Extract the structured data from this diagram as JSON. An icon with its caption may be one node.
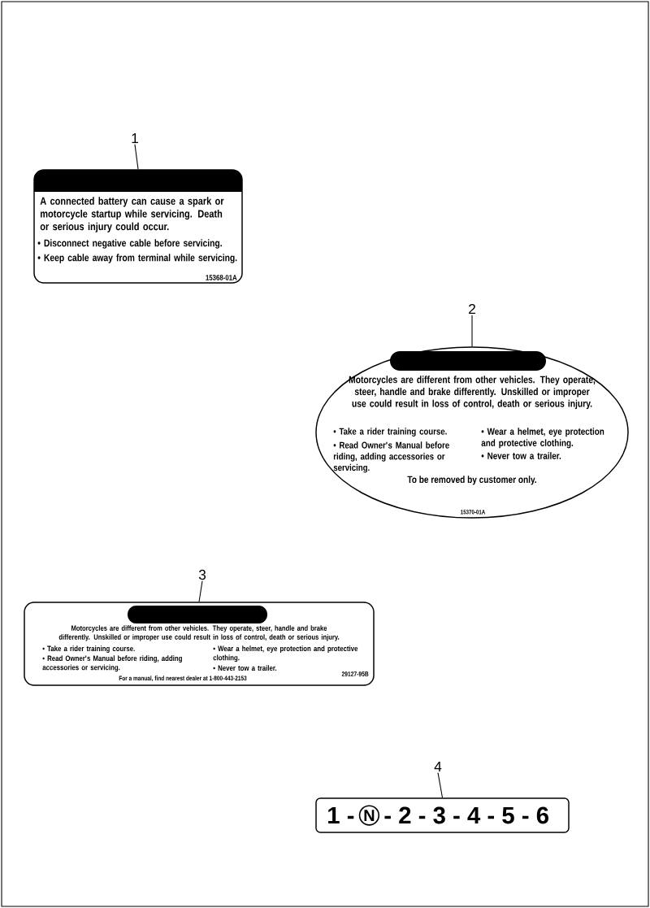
{
  "diagram": {
    "nodes": [
      {
        "text": [
          "1"
        ]
      },
      {
        "text": [
          "A connected battery can cause a spark or motorcycle startup while servicing. Death or serious injury could occur.",
          "• Disconnect negative cable before servicing.",
          "• Keep cable away from terminal while servicing.",
          "15368-01A"
        ]
      },
      {
        "text": [
          "2"
        ]
      },
      {
        "text": [
          "Motorcycles are different from other vehicles. They operate, steer, handle and brake differently. Unskilled or improper use could result in loss of control, death or serious injury.",
          "• Take a rider training course.",
          "• Read Owner's Manual before riding, adding accessories or servicing.",
          "• Wear a helmet, eye protection and protective clothing.",
          "• Never tow a trailer.",
          "To be removed by customer only.",
          "15370-01A"
        ]
      },
      {
        "text": [
          "3"
        ]
      },
      {
        "text": [
          "Motorcycles are different from other vehicles.  They operate, steer, handle and brake differently. Unskilled or improper use could result in loss of control, death or serious injury.",
          "• Take a rider training course.",
          "• Read Owner's Manual before riding, adding accessories or servicing.",
          "• Wear a helmet, eye protection and protective clothing.",
          "• Never tow a trailer.",
          "For a manual, find nearest dealer at 1-800-443-2153",
          "29127-95B"
        ]
      },
      {
        "text": [
          "4"
        ]
      },
      {
        "text": [
          "1 -",
          "N",
          "- 2 - 3 - 4 - 5 - 6"
        ]
      }
    ],
    "edges": [
      {
        "from": 0,
        "to": 1,
        "arrow": "none"
      },
      {
        "from": 2,
        "to": 3,
        "arrow": "none"
      },
      {
        "from": 4,
        "to": 5,
        "arrow": "none"
      },
      {
        "from": 6,
        "to": 7,
        "arrow": "none"
      }
    ]
  }
}
